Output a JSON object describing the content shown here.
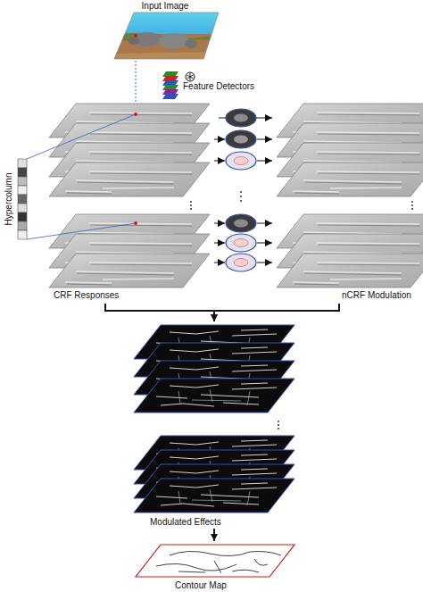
{
  "diagram": {
    "nodes": [
      {
        "text": [
          "Input Image"
        ]
      },
      {
        "text": [
          "Feature Detectors"
        ]
      },
      {
        "text": [
          "CRF Responses"
        ]
      },
      {
        "text": [
          "nCRF Modulation"
        ]
      },
      {
        "text": [
          "Modulated Effects"
        ]
      },
      {
        "text": [
          "Contour Map"
        ]
      }
    ],
    "edges": [
      {
        "from": 0,
        "to": 2,
        "arrow": "none"
      },
      {
        "from": 2,
        "to": 3,
        "arrow": "to"
      },
      {
        "from": 2,
        "to": 4,
        "arrow": "to"
      },
      {
        "from": 3,
        "to": 4,
        "arrow": "to"
      },
      {
        "from": 4,
        "to": 5,
        "arrow": "to"
      }
    ],
    "labels": [
      "Hypercolumn"
    ]
  }
}
